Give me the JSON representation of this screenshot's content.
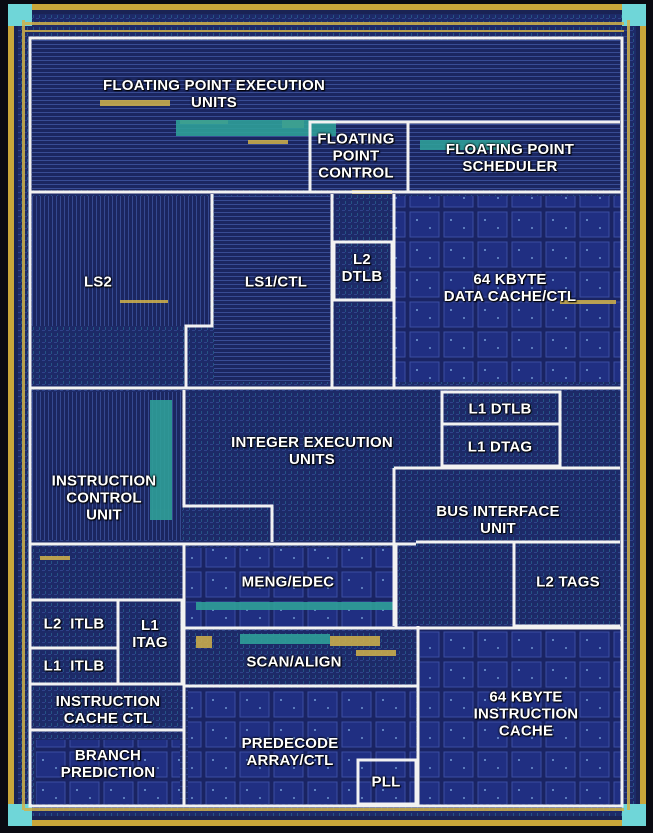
{
  "palette": {
    "die_blue": "#1e2b6a",
    "die_navy": "#101a50",
    "cell_blue": "#23327c",
    "gold": "#d2b34a",
    "cyan": "#6fd6d8",
    "teal": "#2f8f8a",
    "outline": "#f4f4f4",
    "label": "#ffffff"
  },
  "blocks": [
    {
      "id": "fp-exec",
      "label": "FLOATING POINT EXECUTION\nUNITS"
    },
    {
      "id": "fp-control",
      "label": "FLOATING\nPOINT\nCONTROL"
    },
    {
      "id": "fp-scheduler",
      "label": "FLOATING POINT\nSCHEDULER"
    },
    {
      "id": "ls2",
      "label": "LS2"
    },
    {
      "id": "ls1-ctl",
      "label": "LS1/CTL"
    },
    {
      "id": "l2-dtlb",
      "label": "L2\nDTLB"
    },
    {
      "id": "data-cache",
      "label": "64 KBYTE\nDATA CACHE/CTL"
    },
    {
      "id": "l1-dtlb",
      "label": "L1 DTLB"
    },
    {
      "id": "l1-dtag",
      "label": "L1 DTAG"
    },
    {
      "id": "integer-exec",
      "label": "INTEGER EXECUTION\nUNITS"
    },
    {
      "id": "instruction-control",
      "label": "INSTRUCTION\nCONTROL\nUNIT"
    },
    {
      "id": "bus-interface",
      "label": "BUS INTERFACE\nUNIT"
    },
    {
      "id": "meng-edec",
      "label": "MENG/EDEC"
    },
    {
      "id": "l2-tags",
      "label": "L2 TAGS"
    },
    {
      "id": "l2-itlb",
      "label": "L2  ITLB"
    },
    {
      "id": "l1-itag",
      "label": "L1\nITAG"
    },
    {
      "id": "l1-itlb",
      "label": "L1  ITLB"
    },
    {
      "id": "scan-align",
      "label": "SCAN/ALIGN"
    },
    {
      "id": "instruction-cache-ctl",
      "label": "INSTRUCTION\nCACHE CTL"
    },
    {
      "id": "instruction-cache",
      "label": "64 KBYTE\nINSTRUCTION\nCACHE"
    },
    {
      "id": "branch-prediction",
      "label": "BRANCH\nPREDICTION"
    },
    {
      "id": "predecode",
      "label": "PREDECODE\nARRAY/CTL"
    },
    {
      "id": "pll",
      "label": "PLL"
    }
  ]
}
